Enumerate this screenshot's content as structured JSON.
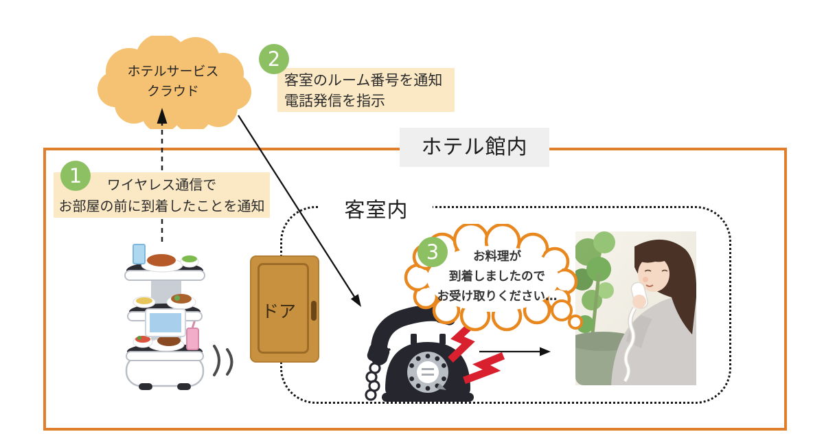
{
  "hotel_area": {
    "label": "ホテル館内"
  },
  "room_area": {
    "label": "客室内"
  },
  "cloud": {
    "line1": "ホテルサービス",
    "line2": "クラウド"
  },
  "door": {
    "label": "ドア"
  },
  "steps": [
    {
      "num": "1",
      "lines": [
        "ワイヤレス通信で",
        "お部屋の前に到着したことを通知"
      ]
    },
    {
      "num": "2",
      "lines": [
        "客室のルーム番号を通知",
        "電話発信を指示"
      ]
    },
    {
      "num": "3",
      "lines": [
        "お料理が",
        "到着しましたので",
        "お受け取りください…"
      ]
    }
  ],
  "icons": {
    "cloud": "hotel-service-cloud-shape",
    "robot": "delivery-robot-illustration",
    "signal": "wireless-signal-icon",
    "door": "door-illustration",
    "phone": "rotary-phone-illustration",
    "bolts": "ringing-bolts-icon",
    "bubble": "thought-bubble-shape",
    "photo": "woman-on-phone-photo"
  },
  "colors": {
    "accent_orange": "#DF7F2B",
    "cloud_fill": "#F5C172",
    "note_bg": "#FBE8C5",
    "badge_green": "#8CC063",
    "label_bg": "#EFEFEF",
    "bolt_red": "#D9202E",
    "bubble_outline": "#E8871E"
  }
}
